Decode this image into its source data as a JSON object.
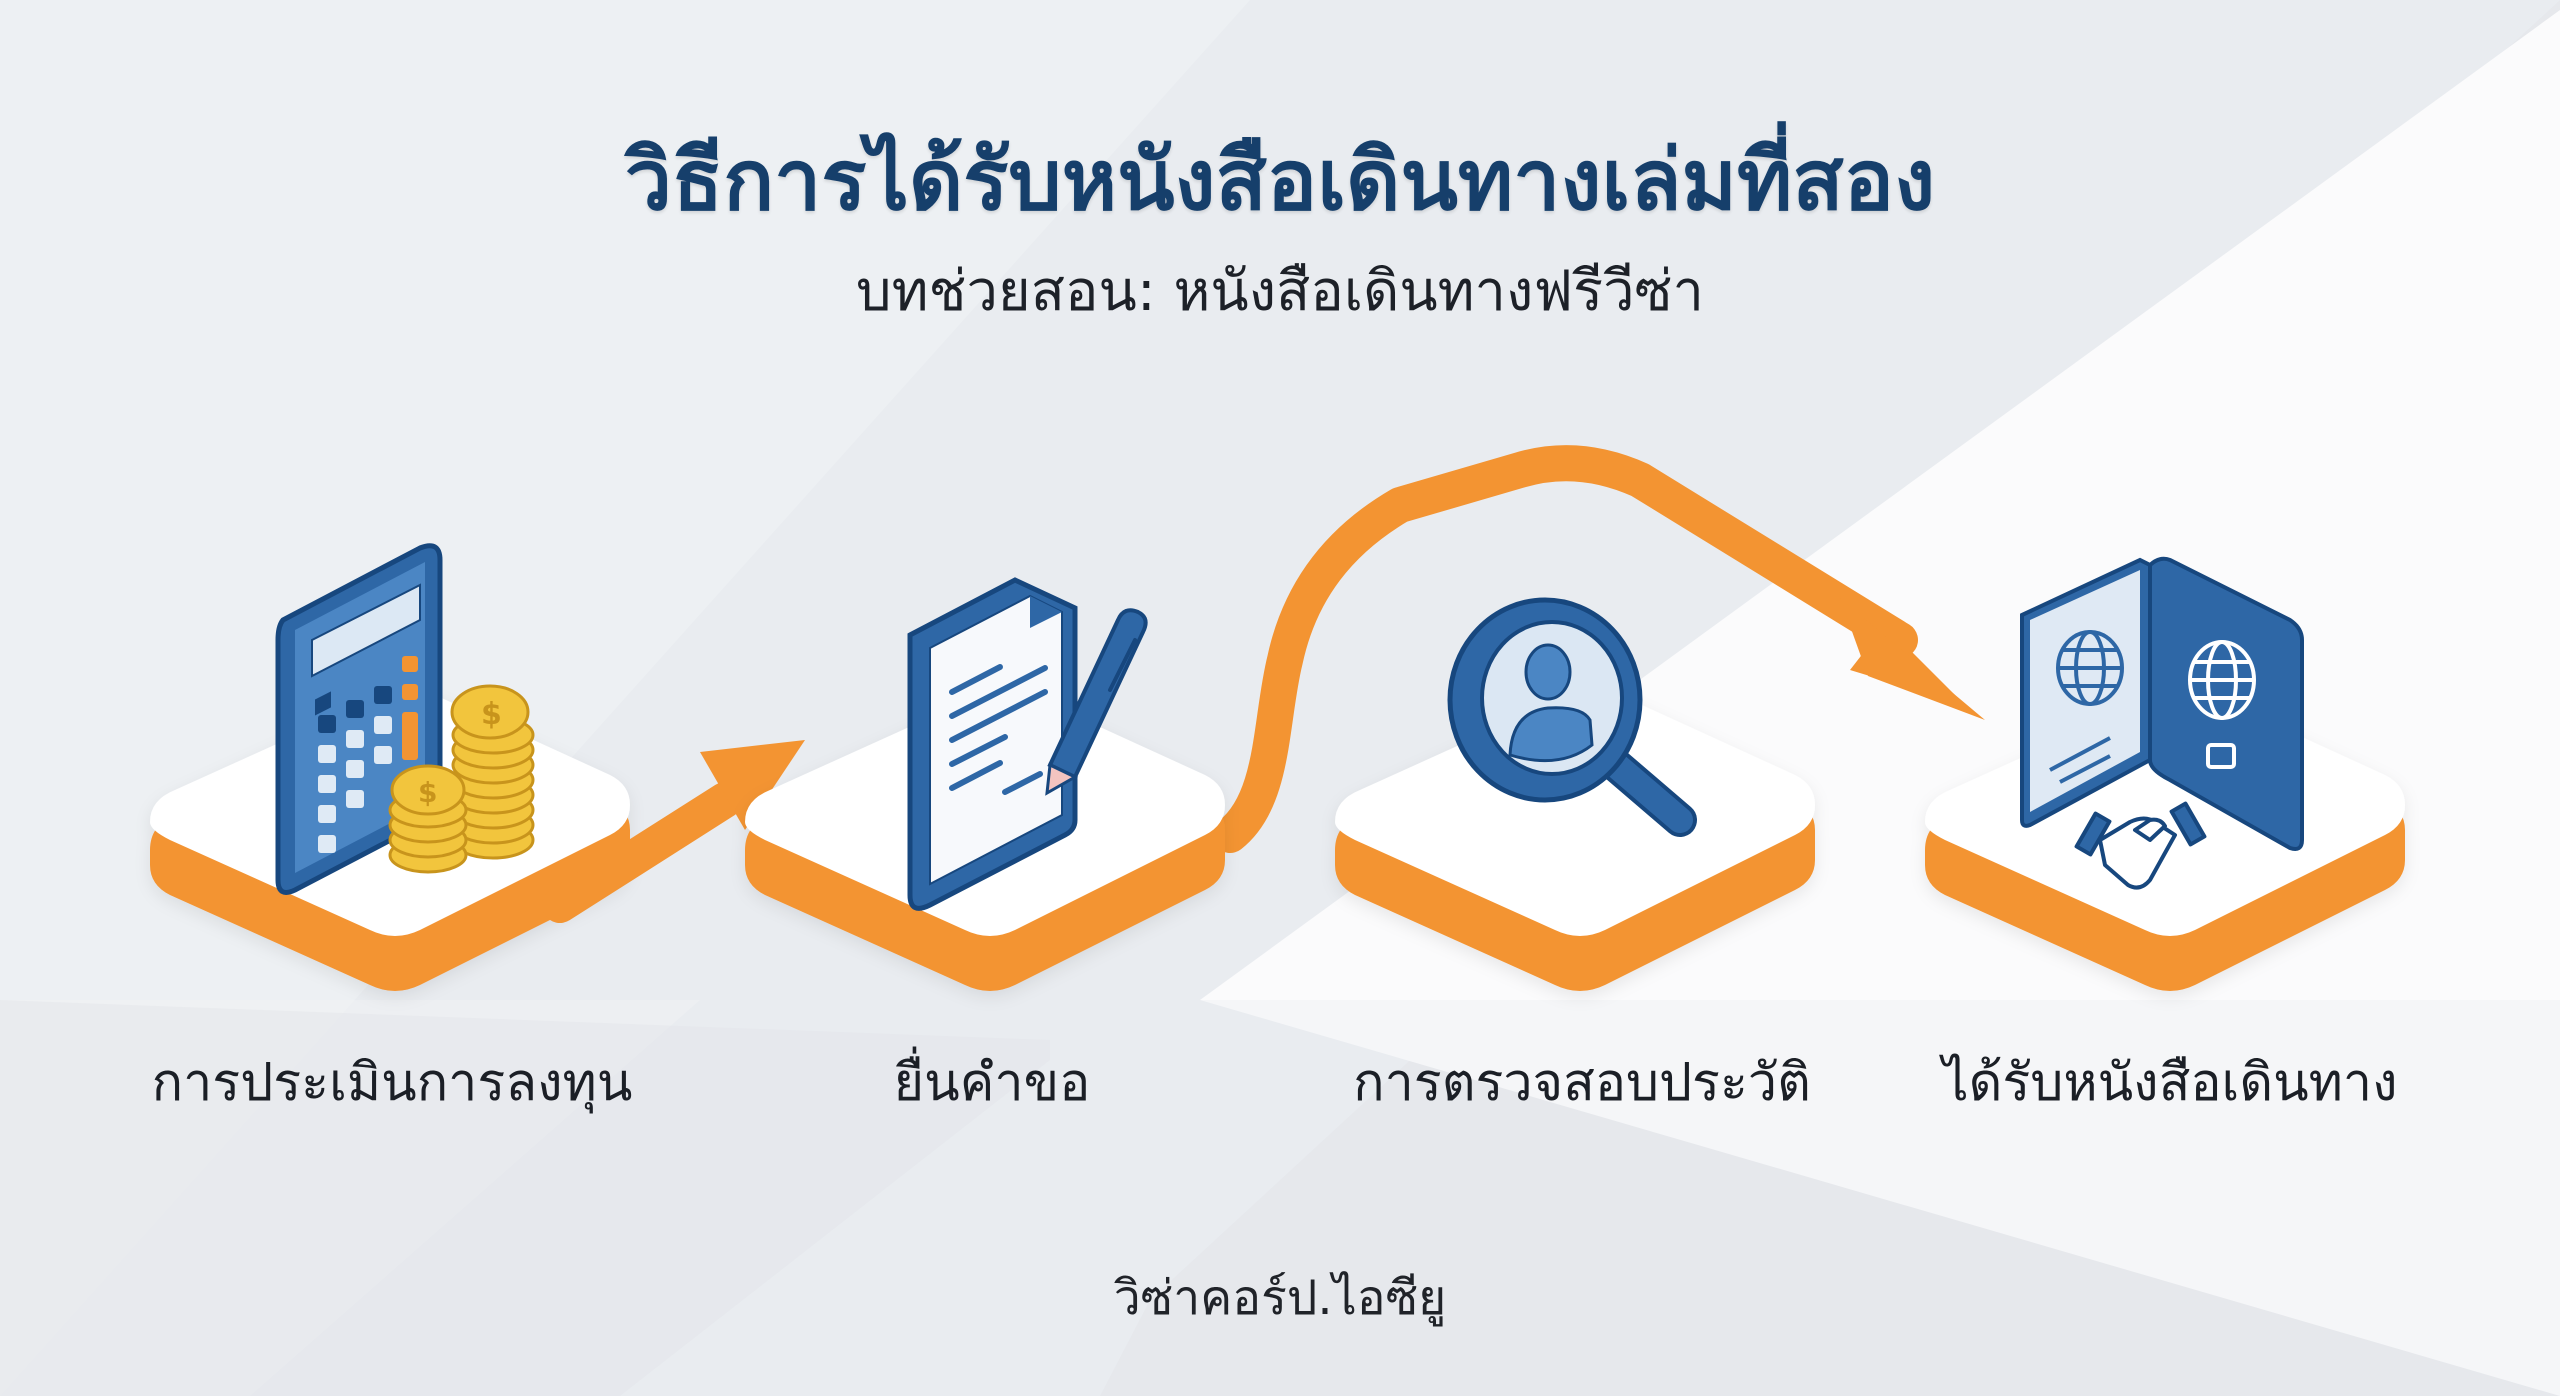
{
  "header": {
    "title": "วิธีการได้รับหนังสือเดินทางเล่มที่สอง",
    "subtitle": "บทช่วยสอน: หนังสือเดินทางฟรีวีซ่า"
  },
  "steps": [
    {
      "label": "การประเมินการลงทุน",
      "icon": "calculator-coins-icon"
    },
    {
      "label": "ยื่นคำขอ",
      "icon": "document-pen-icon"
    },
    {
      "label": "การตรวจสอบประวัติ",
      "icon": "magnifier-person-icon"
    },
    {
      "label": "ได้รับหนังสือเดินทาง",
      "icon": "passport-handshake-icon"
    }
  ],
  "footer": {
    "brand": "วิซ่าคอร์ป.ไอซียู"
  },
  "colors": {
    "title": "#163f6b",
    "accent_orange": "#f39432",
    "icon_blue": "#2d6aa8",
    "icon_dark_blue": "#17477e",
    "coin_gold": "#f2c53d",
    "background": "#e8ebef",
    "platform": "#ffffff"
  }
}
